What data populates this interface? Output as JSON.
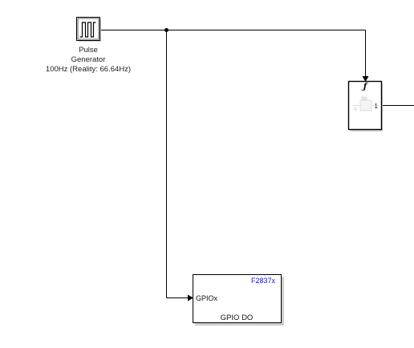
{
  "diagram": {
    "pulse_generator": {
      "label_line1": "Pulse",
      "label_line2": "Generator",
      "label_line3": "100Hz (Reality: 66.64Hz)"
    },
    "triggered_subsystem": {
      "trigger_symbol": "ƒ",
      "output_port_label": "1"
    },
    "gpio_block": {
      "chip_label": "F2837x",
      "input_port_label": "GPIOx",
      "block_name": "GPIO DO"
    },
    "colors": {
      "line": "#000000",
      "block_border": "#000000",
      "chip_label": "#1a1aa6",
      "shadow": "#cfcfcf"
    }
  }
}
